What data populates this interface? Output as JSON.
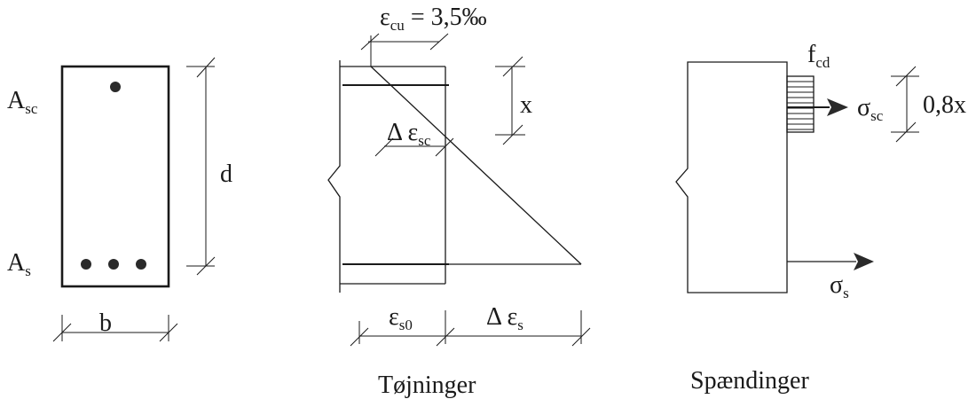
{
  "section": {
    "asc_main": "A",
    "asc_sub": "sc",
    "as_main": "A",
    "as_sub": "s",
    "d_label": "d",
    "b_label": "b"
  },
  "strain": {
    "ecu_main": "ε",
    "ecu_sub": "cu",
    "ecu_value": " = 3,5‰",
    "x_label": "x",
    "desc_main": "Δ ε",
    "desc_sub": "sc",
    "es0_main": "ε",
    "es0_sub": "s0",
    "des_main": "Δ ε",
    "des_sub": "s",
    "caption": "Tøjninger"
  },
  "stress": {
    "fcd_main": "f",
    "fcd_sub": "cd",
    "ssc_main": "σ",
    "ssc_sub": "sc",
    "block_label": "0,8x",
    "ss_main": "σ",
    "ss_sub": "s",
    "caption": "Spændinger"
  }
}
